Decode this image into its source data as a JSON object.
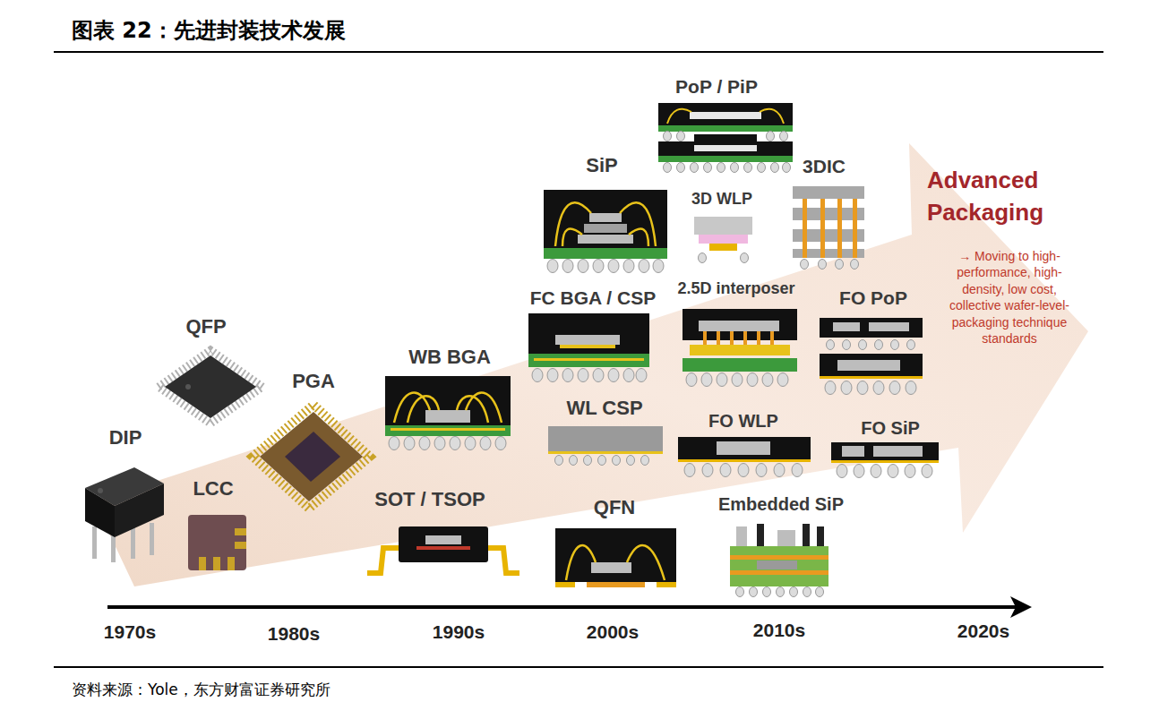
{
  "diagram": {
    "title": "图表 22：先进封装技术发展",
    "caption": "资料来源：Yole，东方财富证券研究所",
    "nodes": [
      {
        "text": [
          "Advanced Packaging",
          "→ Moving to high-performance, high-density, low cost, collective wafer-level-packaging technique standards"
        ]
      }
    ],
    "labels": [
      "PoP / PiP",
      "SiP",
      "3D WLP",
      "3DIC",
      "2.5D interposer",
      "FC BGA / CSP",
      "FO PoP",
      "QFP",
      "PGA",
      "WB BGA",
      "WL CSP",
      "FO WLP",
      "FO SiP",
      "DIP",
      "LCC",
      "SOT / TSOP",
      "QFN",
      "Embedded SiP",
      "1970s",
      "1980s",
      "1990s",
      "2000s",
      "2010s",
      "2020s"
    ]
  }
}
